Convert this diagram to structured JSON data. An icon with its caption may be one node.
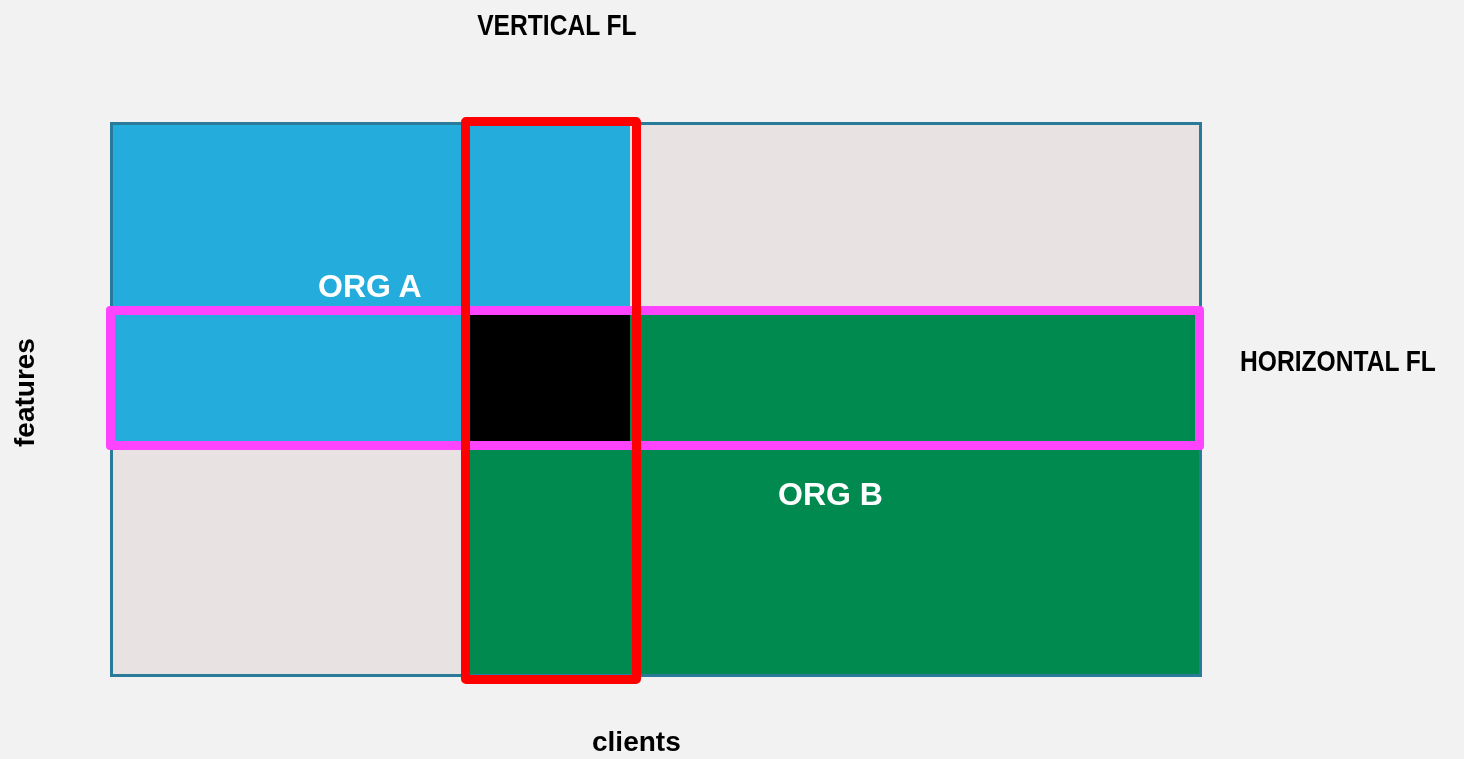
{
  "diagram": {
    "nodes": [
      {
        "text": [
          "VERTICAL FL"
        ]
      },
      {
        "text": [
          "HORIZONTAL FL"
        ]
      },
      {
        "text": [
          "ORG A"
        ]
      },
      {
        "text": [
          "ORG B"
        ]
      }
    ],
    "labels": [
      "features",
      "clients"
    ]
  }
}
